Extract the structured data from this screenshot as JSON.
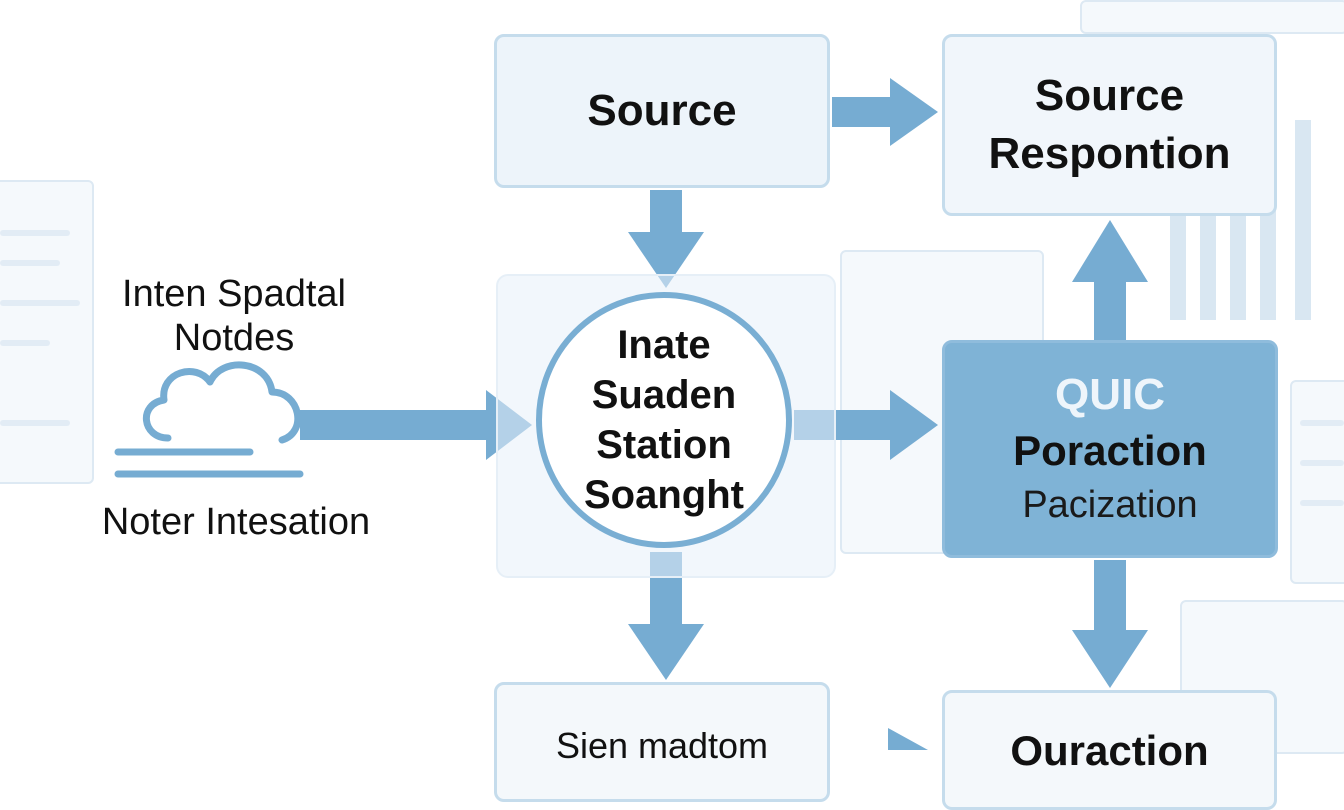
{
  "colors": {
    "arrow": "#76acd2",
    "box_fill": "#edf4fa",
    "box_border": "#c5dcec",
    "highlight_fill": "#7fb3d6"
  },
  "nodes": {
    "source": "Source",
    "source_response": [
      "Source",
      "Respontion"
    ],
    "center": [
      "Inate",
      "Suaden",
      "Station",
      "Soanght"
    ],
    "quic": [
      "QUIC",
      "Poraction",
      "Pacization"
    ],
    "bottom_left": "Sien madtom",
    "bottom_right": "Ouraction"
  },
  "labels": {
    "top": [
      "Inten Spadtal",
      "Notdes"
    ],
    "bottom": "Noter Intesation"
  },
  "icons": {
    "cloud": "cloud-icon"
  }
}
